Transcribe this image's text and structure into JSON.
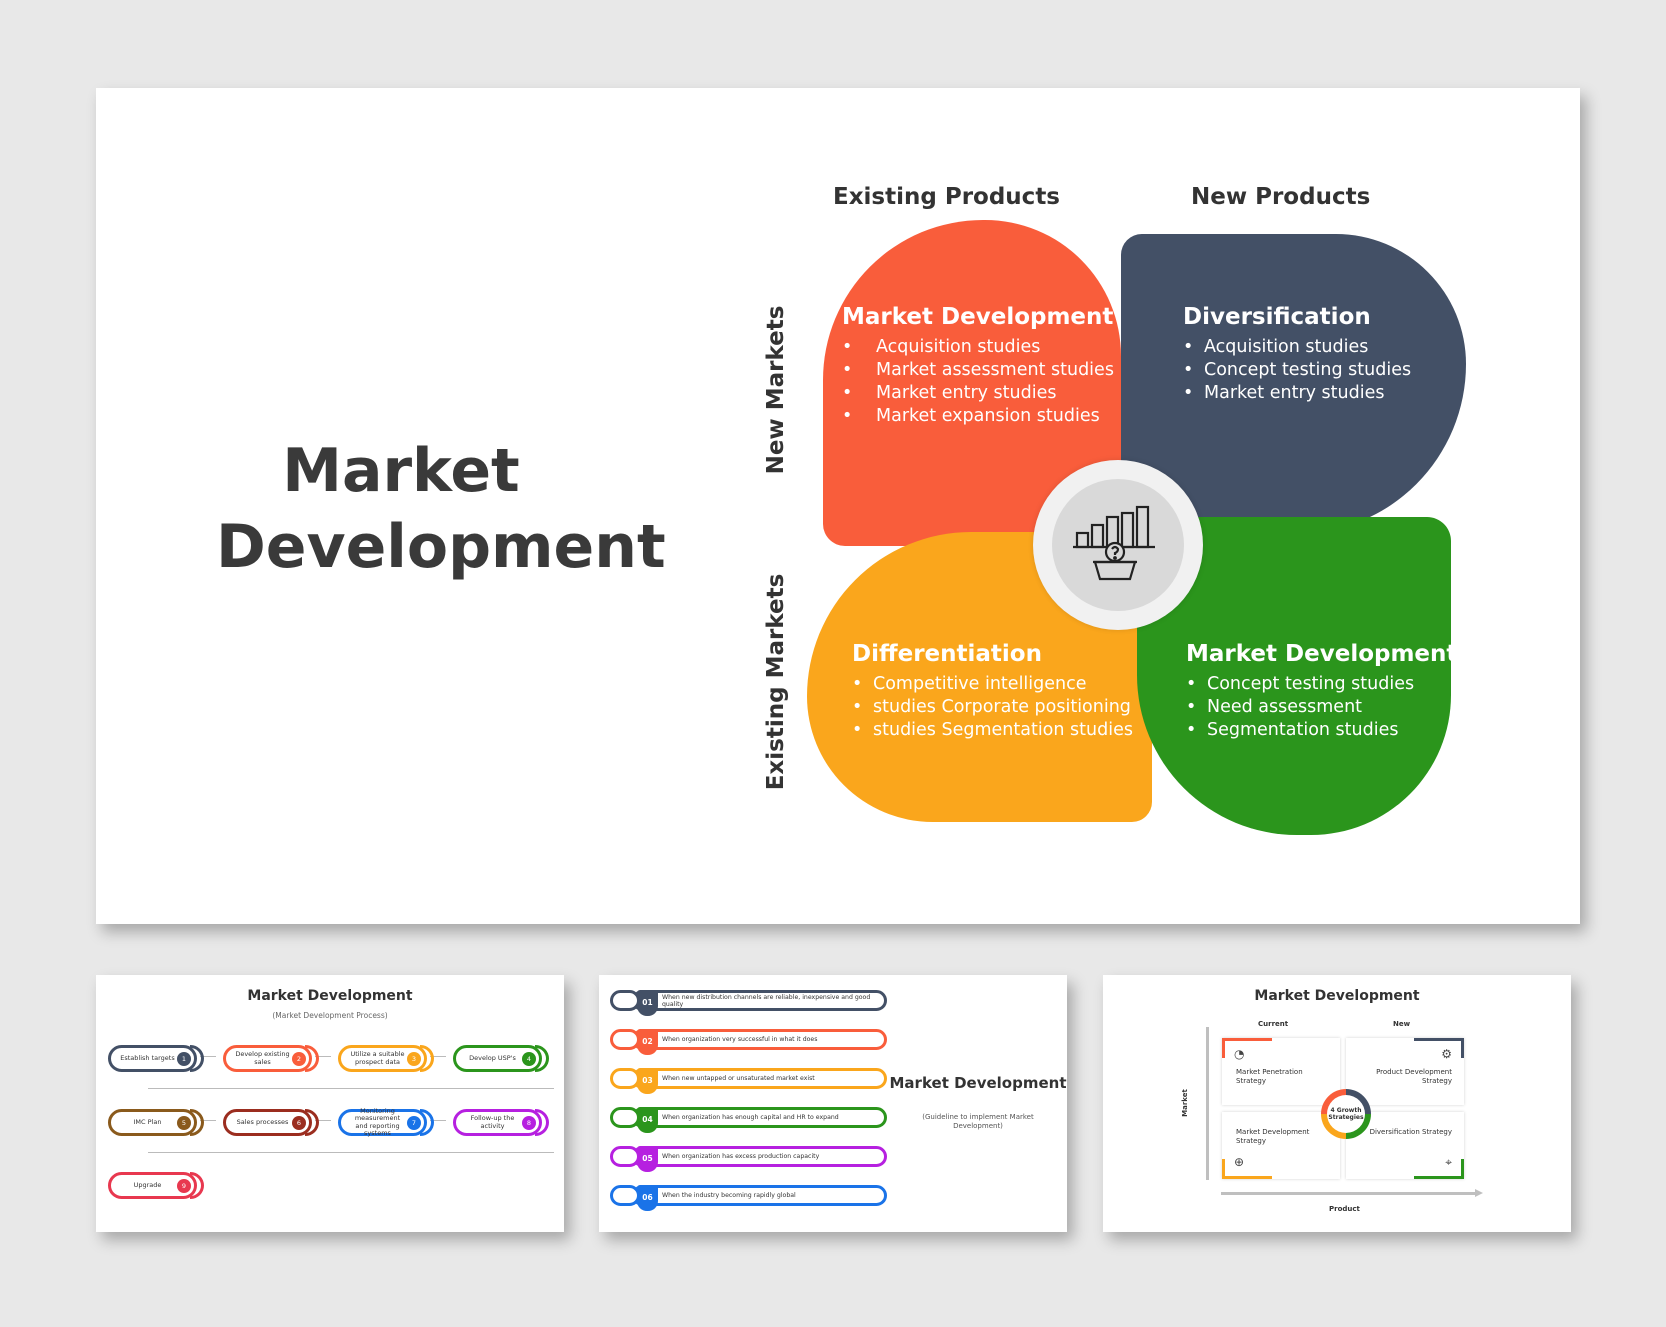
{
  "main_slide": {
    "title": "Market Development",
    "title_line1": "Market",
    "title_line2": "Development",
    "column_headers": [
      "Existing Products",
      "New Products"
    ],
    "row_headers": [
      "New Markets",
      "Existing Markets"
    ],
    "quadrants": [
      {
        "title": "Market Development",
        "color": "#f95d3b",
        "items": [
          "Acquisition studies",
          "Market assessment studies",
          "Market entry studies",
          "Market expansion studies"
        ]
      },
      {
        "title": "Diversification",
        "color": "#435066",
        "items": [
          "Acquisition studies",
          "Concept testing studies",
          "Market entry studies"
        ]
      },
      {
        "title": "Differentiation",
        "color": "#faa61c",
        "items": [
          "Competitive intelligence",
          "studies Corporate positioning",
          "studies Segmentation studies"
        ]
      },
      {
        "title": "Market Development",
        "color": "#2b951c",
        "items": [
          "Concept testing studies",
          "Need assessment",
          "Segmentation studies"
        ]
      }
    ],
    "center_icon": "market-chart-basket-icon"
  },
  "thumb1": {
    "title": "Market Development",
    "subtitle": "(Market Development Process)",
    "steps": [
      {
        "label": "Establish targets",
        "num": "1",
        "color": "#435066"
      },
      {
        "label": "Develop existing sales",
        "num": "2",
        "color": "#f95d3b"
      },
      {
        "label": "Utilize a suitable prospect data",
        "num": "3",
        "color": "#faa61c"
      },
      {
        "label": "Develop USP's",
        "num": "4",
        "color": "#2b951c"
      },
      {
        "label": "IMC Plan",
        "num": "5",
        "color": "#8a5a1c"
      },
      {
        "label": "Sales processes",
        "num": "6",
        "color": "#9b2d1f"
      },
      {
        "label": "Monitoring measurement and reporting systems",
        "num": "7",
        "color": "#1a73e8"
      },
      {
        "label": "Follow-up the activity",
        "num": "8",
        "color": "#b620e0"
      },
      {
        "label": "Upgrade",
        "num": "9",
        "color": "#e8384f"
      }
    ]
  },
  "thumb2": {
    "title": "Market Development",
    "subtitle": "(Guideline to implement Market Development)",
    "items": [
      {
        "num": "01",
        "text": "When new distribution channels are reliable, inexpensive and good quality",
        "color": "#435066"
      },
      {
        "num": "02",
        "text": "When organization very successful in what it does",
        "color": "#f95d3b"
      },
      {
        "num": "03",
        "text": "When new untapped or unsaturated market exist",
        "color": "#faa61c"
      },
      {
        "num": "04",
        "text": "When organization has enough capital and HR to expand",
        "color": "#2b951c"
      },
      {
        "num": "05",
        "text": "When organization has excess production capacity",
        "color": "#b620e0"
      },
      {
        "num": "06",
        "text": "When the industry becoming rapidly global",
        "color": "#1a73e8"
      }
    ]
  },
  "thumb3": {
    "title": "Market Development",
    "col_labels": [
      "Current",
      "New"
    ],
    "y_axis": "Market",
    "x_axis": "Product",
    "center": "4 Growth Strategies",
    "quadrants": [
      {
        "text": "Market Penetration Strategy",
        "icon": "pie-chart-icon",
        "color": "#f95d3b"
      },
      {
        "text": "Product Development Strategy",
        "icon": "gear-box-icon",
        "color": "#435066"
      },
      {
        "text": "Market Development Strategy",
        "icon": "globe-hand-icon",
        "color": "#faa61c"
      },
      {
        "text": "Diversification Strategy",
        "icon": "target-icon",
        "color": "#2b951c"
      }
    ]
  }
}
